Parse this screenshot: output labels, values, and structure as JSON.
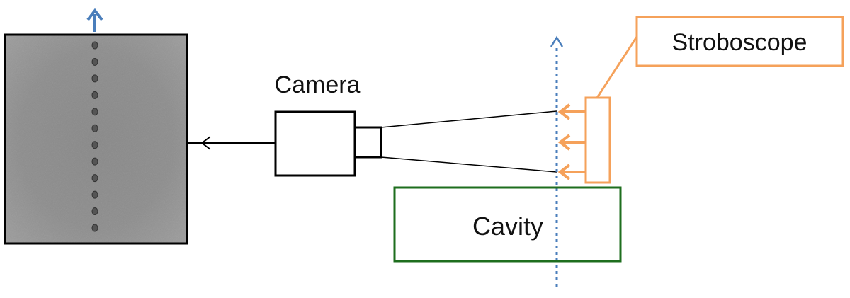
{
  "labels": {
    "camera": "Camera",
    "stroboscope": "Stroboscope",
    "cavity": "Cavity"
  },
  "colors": {
    "flow_arrow": "#4a7ebb",
    "stroboscope": "#f5a15a",
    "cavity": "#1e6e1e",
    "outline": "#000000",
    "image_background": "#8c8c8c",
    "droplet": "#555555"
  },
  "image_panel": {
    "droplet_count": 12
  },
  "stroboscope": {
    "light_arrow_count": 3
  }
}
